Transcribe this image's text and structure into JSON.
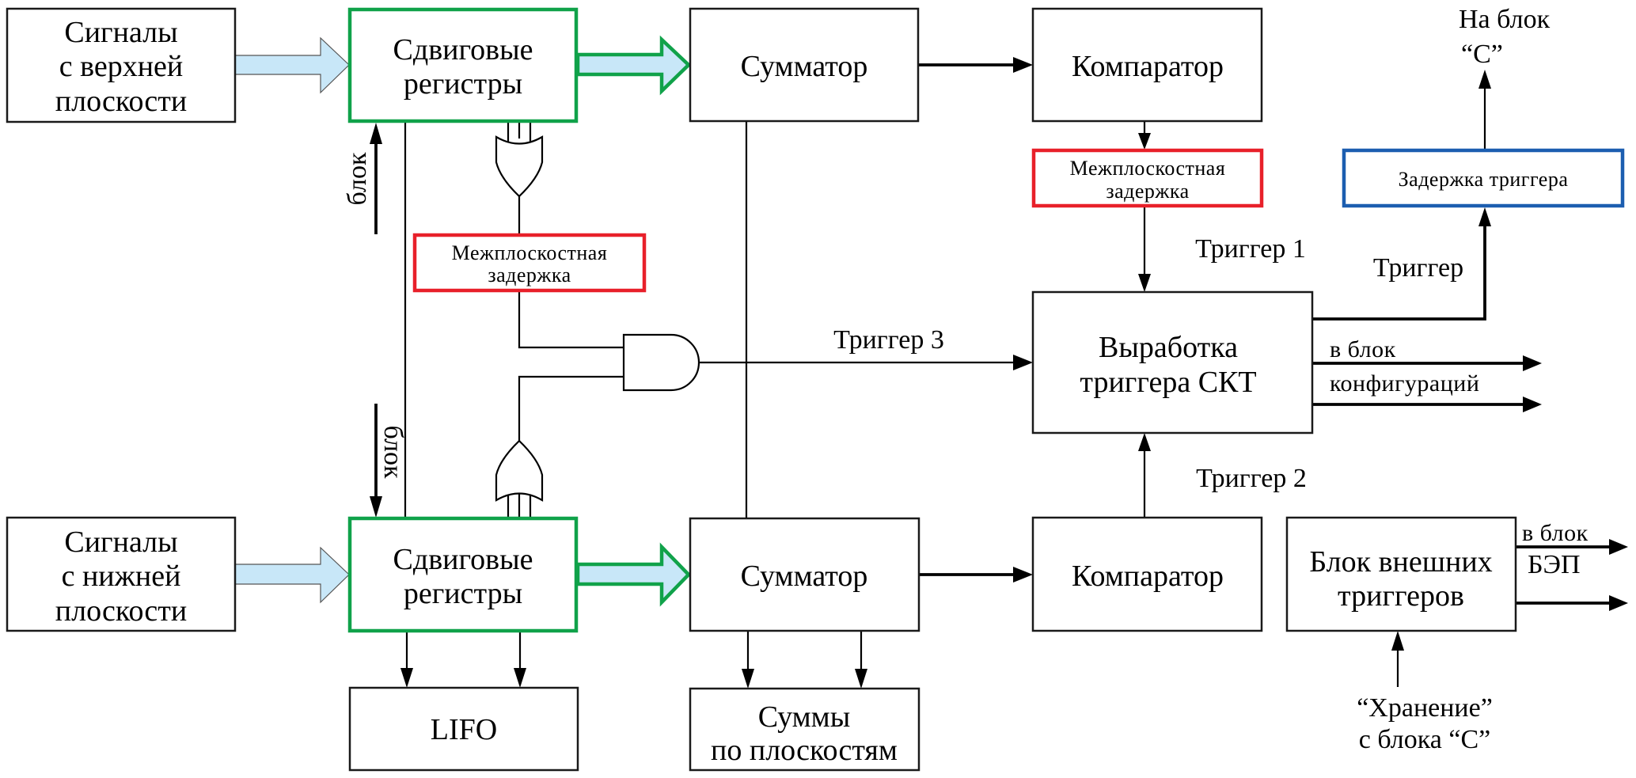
{
  "domain": "Diagram",
  "blocks": {
    "signals_top": [
      "Сигналы",
      "с верхней",
      "плоскости"
    ],
    "signals_bottom": [
      "Сигналы",
      "с нижней",
      "плоскости"
    ],
    "shift_top": [
      "Сдвиговые",
      "регистры"
    ],
    "shift_bottom": [
      "Сдвиговые",
      "регистры"
    ],
    "adder_top": "Сумматор",
    "adder_bottom": "Сумматор",
    "comparator_top": "Компаратор",
    "comparator_bottom": "Компаратор",
    "delay_left": [
      "Межплоскостная",
      "задержка"
    ],
    "delay_right": [
      "Межплоскостная",
      "задержка"
    ],
    "trigger_gen": [
      "Выработка",
      "триггера СКТ"
    ],
    "trigger_delay": "Задержка триггера",
    "ext_triggers": [
      "Блок внешних",
      "триггеров"
    ],
    "lifo": "LIFO",
    "sums": [
      "Суммы",
      "по плоскостям"
    ]
  },
  "labels": {
    "block_up": "блок",
    "block_down": "блок",
    "trigger1": "Триггер 1",
    "trigger2": "Триггер 2",
    "trigger3": "Триггер 3",
    "trigger": "Триггер",
    "to_block_c": [
      "На блок",
      "“С”"
    ],
    "to_config": [
      "в блок",
      "конфигураций"
    ],
    "to_bep": [
      "в блок",
      "БЭП"
    ],
    "storage": [
      "“Хранение”",
      "с блока “С”"
    ]
  },
  "colors": {
    "shift_register_border": "#10a24a",
    "delay_border": "#e8202a",
    "trigger_delay_border": "#1c5eb0",
    "bus_arrow_fill": "#c8e7f8"
  }
}
